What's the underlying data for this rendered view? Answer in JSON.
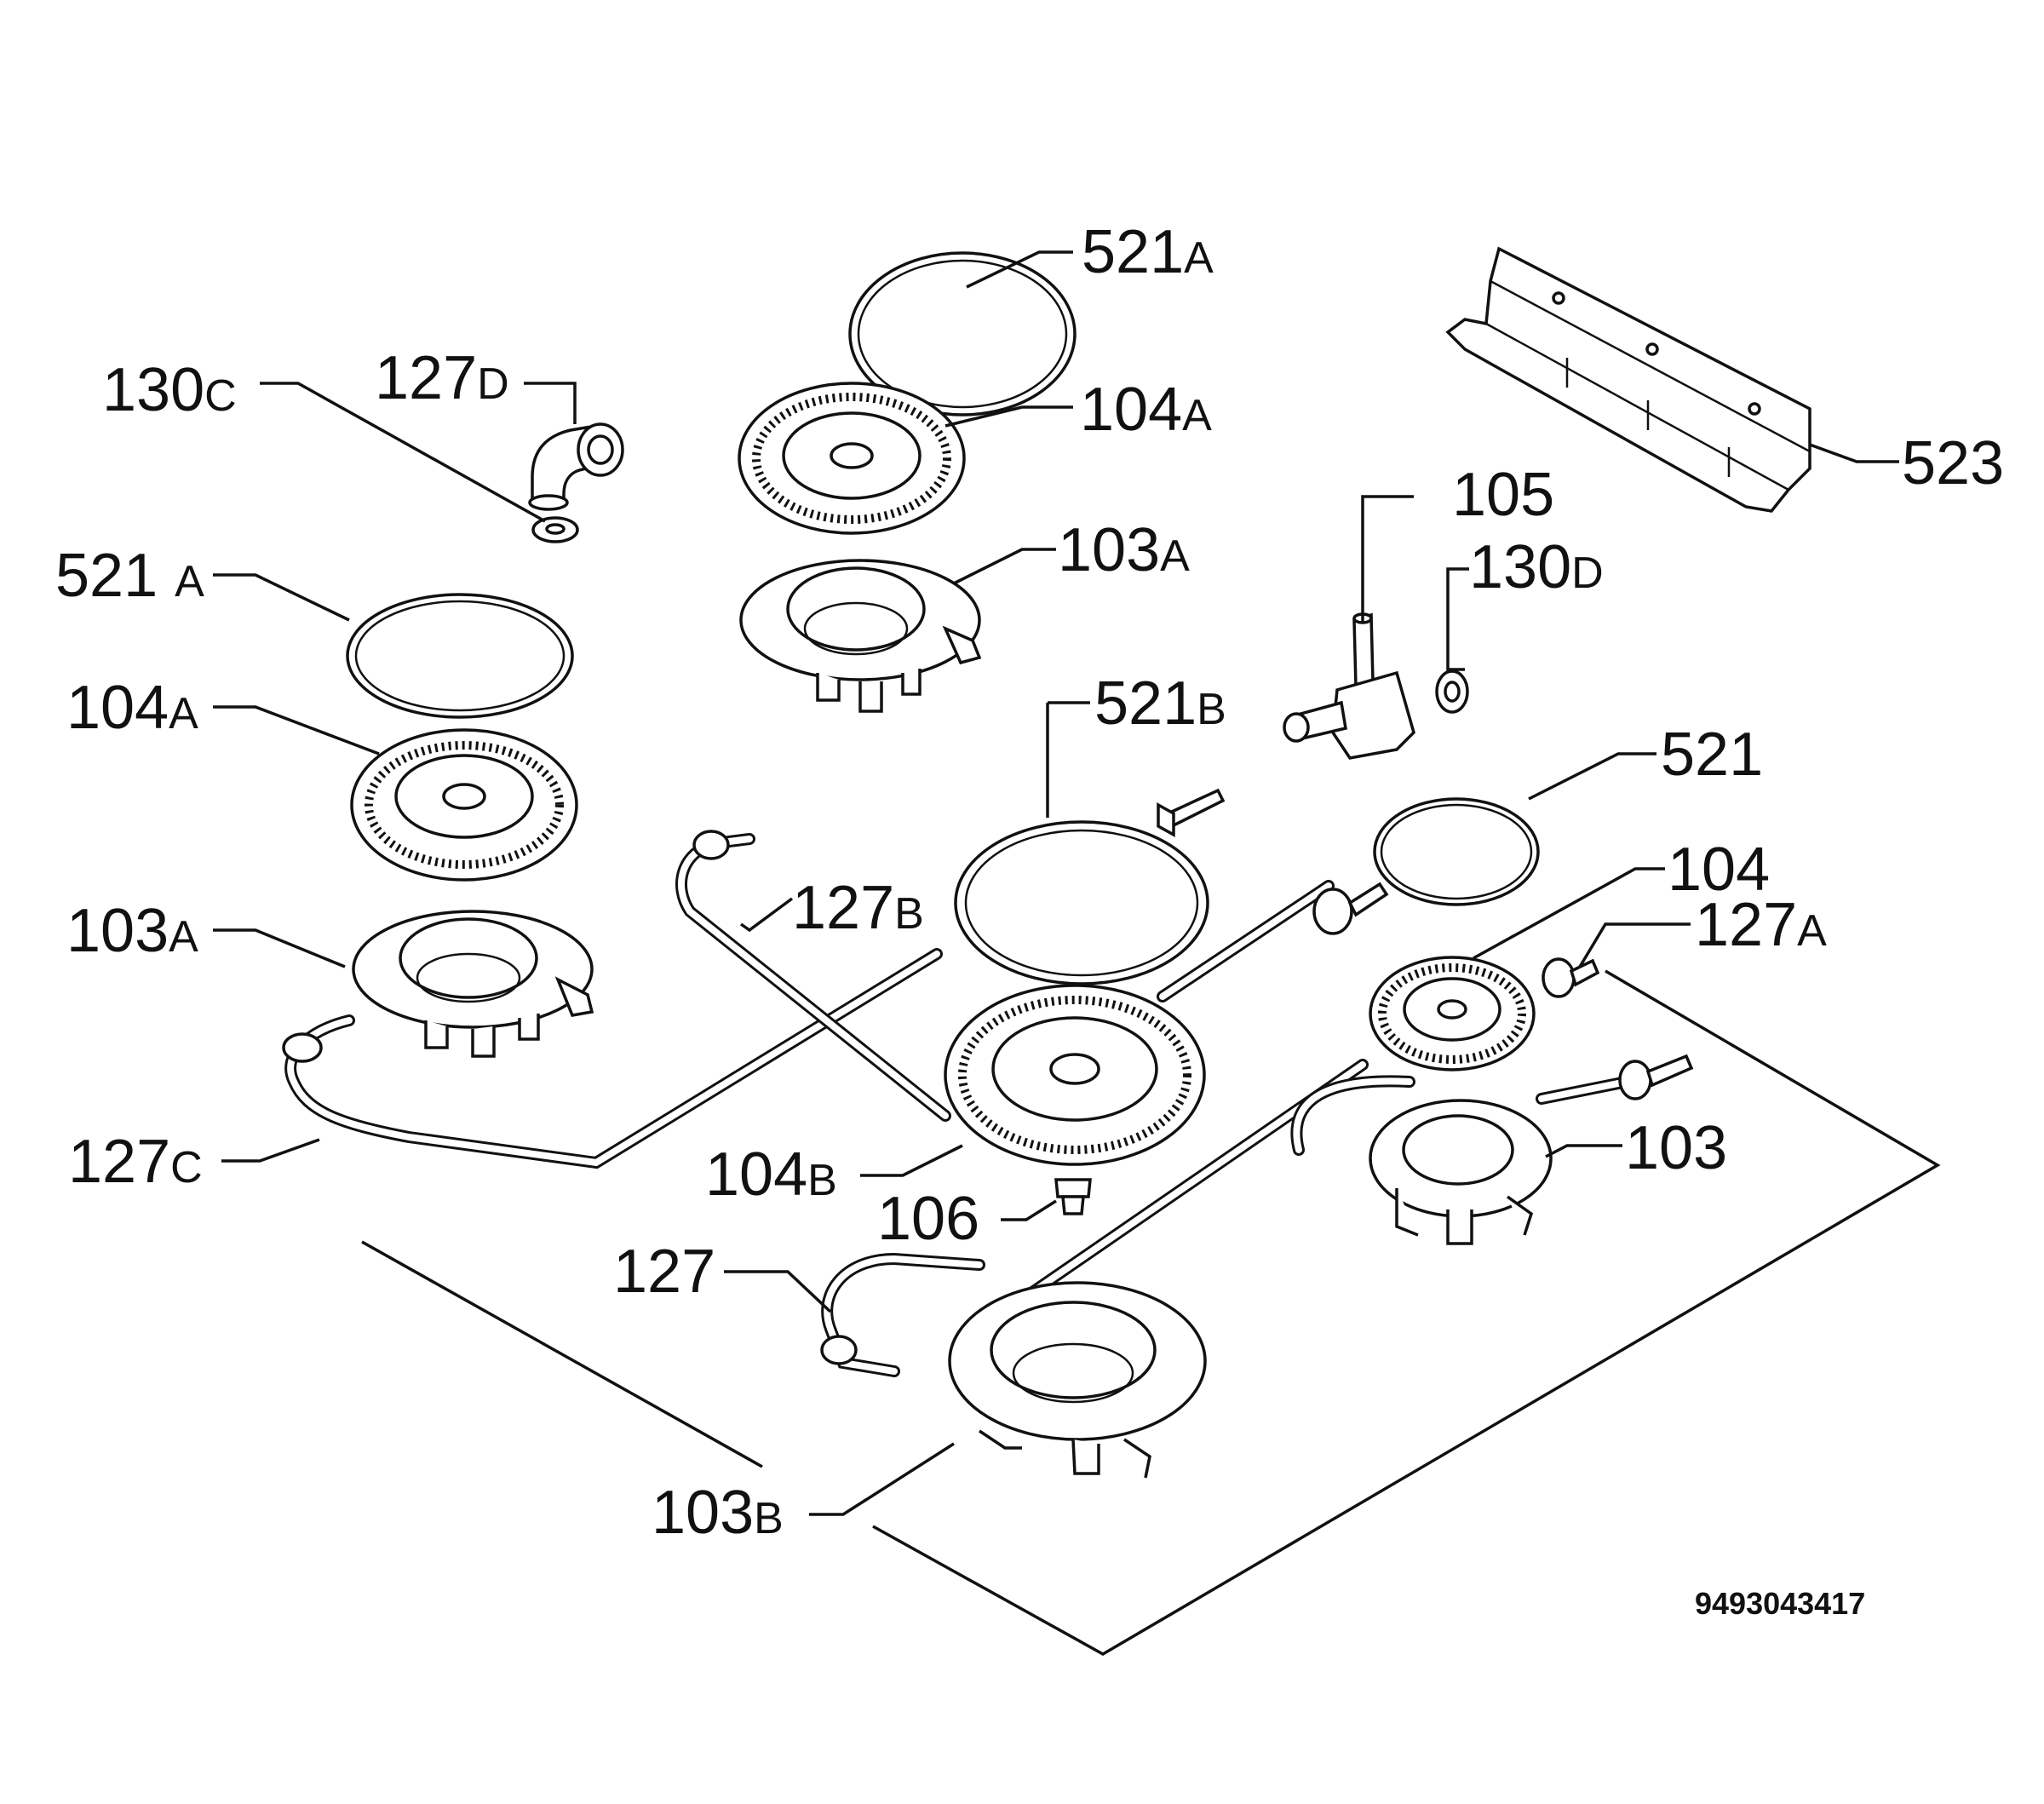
{
  "labels": {
    "l_521A_top": {
      "num": "521",
      "suf": "A"
    },
    "l_104A_top": {
      "num": "104",
      "suf": "A"
    },
    "l_103A_top": {
      "num": "103",
      "suf": "A"
    },
    "l_127D": {
      "num": "127",
      "suf": "D"
    },
    "l_130C": {
      "num": "130",
      "suf": "C"
    },
    "l_521A_left": {
      "num": "521 ",
      "suf": "A"
    },
    "l_104A_left": {
      "num": "104",
      "suf": "A"
    },
    "l_103A_left": {
      "num": "103",
      "suf": "A"
    },
    "l_127C": {
      "num": "127",
      "suf": "C"
    },
    "l_127B": {
      "num": "127",
      "suf": "B"
    },
    "l_521B": {
      "num": "521",
      "suf": "B"
    },
    "l_104B": {
      "num": "104",
      "suf": "B"
    },
    "l_106": {
      "num": "106",
      "suf": ""
    },
    "l_127": {
      "num": "127",
      "suf": ""
    },
    "l_103B": {
      "num": "103",
      "suf": "B"
    },
    "l_105": {
      "num": "105",
      "suf": ""
    },
    "l_130D": {
      "num": "130",
      "suf": "D"
    },
    "l_523": {
      "num": "523",
      "suf": ""
    },
    "l_521": {
      "num": "521",
      "suf": ""
    },
    "l_104": {
      "num": "104",
      "suf": ""
    },
    "l_127A": {
      "num": "127",
      "suf": "A"
    },
    "l_103": {
      "num": "103",
      "suf": ""
    }
  },
  "document_number": "9493043417"
}
